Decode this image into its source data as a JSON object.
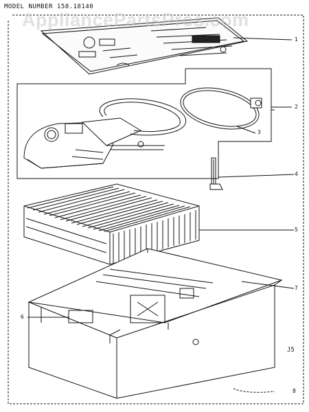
{
  "header": {
    "model_number": "MODEL NUMBER 158.18140",
    "watermark": "AppliancePartsPros.com"
  },
  "callouts": [
    "1",
    "2",
    "3",
    "4",
    "5",
    "6",
    "7",
    "8"
  ],
  "figure_code": "J5",
  "colors": {
    "line": "#111111",
    "watermark": "#c8c8c8",
    "background": "#ffffff"
  }
}
